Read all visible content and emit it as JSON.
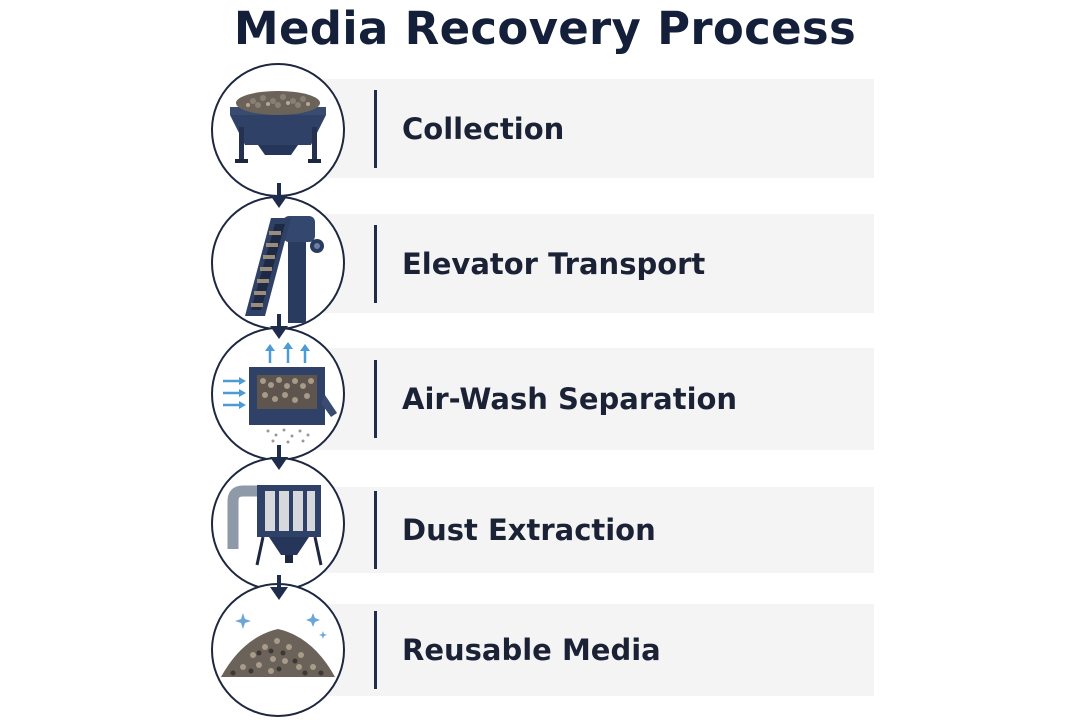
{
  "title": "Media Recovery Process",
  "colors": {
    "navy": "#1f2d4d",
    "machine_blue": "#2f4166",
    "panel_bg": "#f4f4f5",
    "air_arrows": "#4d9bd6"
  },
  "steps": [
    {
      "label": "Collection",
      "icon": "hopper-icon"
    },
    {
      "label": "Elevator Transport",
      "icon": "bucket-elevator-icon"
    },
    {
      "label": "Air-Wash Separation",
      "icon": "air-wash-separator-icon"
    },
    {
      "label": "Dust Extraction",
      "icon": "dust-collector-icon"
    },
    {
      "label": "Reusable Media",
      "icon": "media-pile-icon"
    }
  ]
}
